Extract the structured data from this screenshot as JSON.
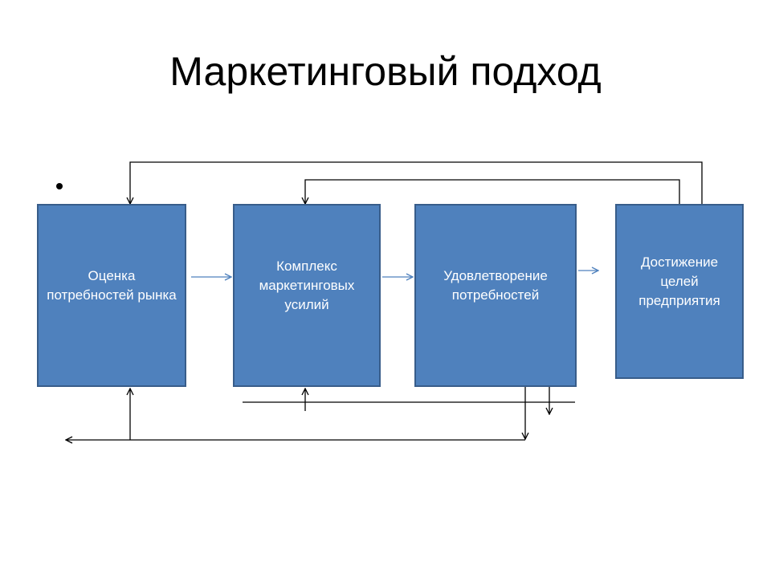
{
  "title": "Маркетинговый подход",
  "boxes": {
    "b1": "Оценка потребностей рынка",
    "b2": "Комплекс маркетинговых усилий",
    "b3": "Удовлетворение потребностей",
    "b4": "Достижение целей предприятия"
  },
  "colors": {
    "box_fill": "#4f81bd",
    "box_border": "#385d8a",
    "flow_arrow": "#4f81bd",
    "line": "#000000"
  }
}
